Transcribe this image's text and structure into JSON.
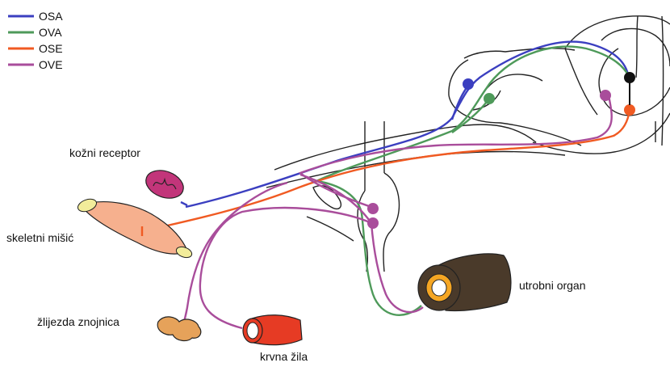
{
  "legend": [
    {
      "label": "OSA",
      "color": "#3b3fc0"
    },
    {
      "label": "OVA",
      "color": "#4e9a5a"
    },
    {
      "label": "OSE",
      "color": "#f05a22"
    },
    {
      "label": "OVE",
      "color": "#a94d9b"
    }
  ],
  "labels": {
    "skin_receptor": "kožni receptor",
    "skeletal_muscle": "skeletni mišić",
    "sweat_gland": "žlijezda znojnica",
    "blood_vessel": "krvna žila",
    "visceral_organ": "utrobni organ"
  },
  "colors": {
    "outline": "#222222",
    "receptor": "#c2357a",
    "muscle": "#f6b08e",
    "muscle_tendon": "#f2ec9a",
    "gland": "#e6a25a",
    "vessel": "#e63b24",
    "organ": "#4a3a2a",
    "organ_inner": "#f5a623",
    "interneuron": "#111111"
  }
}
